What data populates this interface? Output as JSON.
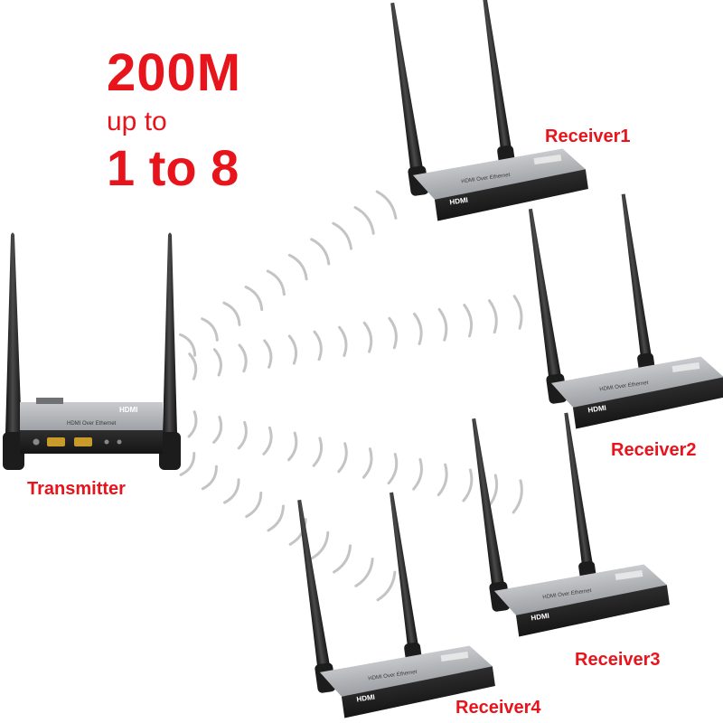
{
  "headline": {
    "line1": "200M",
    "line2": "up to",
    "line3": "1 to 8"
  },
  "device_text": {
    "model": "HDMI Over Ethernet",
    "brand": "HDMI"
  },
  "labels": {
    "transmitter": "Transmitter",
    "receiver1": "Receiver1",
    "receiver2": "Receiver2",
    "receiver3": "Receiver3",
    "receiver4": "Receiver4"
  },
  "colors": {
    "accent": "#e8141c",
    "device_body": "#a6a8ab",
    "antenna": "#2a2a2a",
    "signal": "#c4c4c4"
  }
}
